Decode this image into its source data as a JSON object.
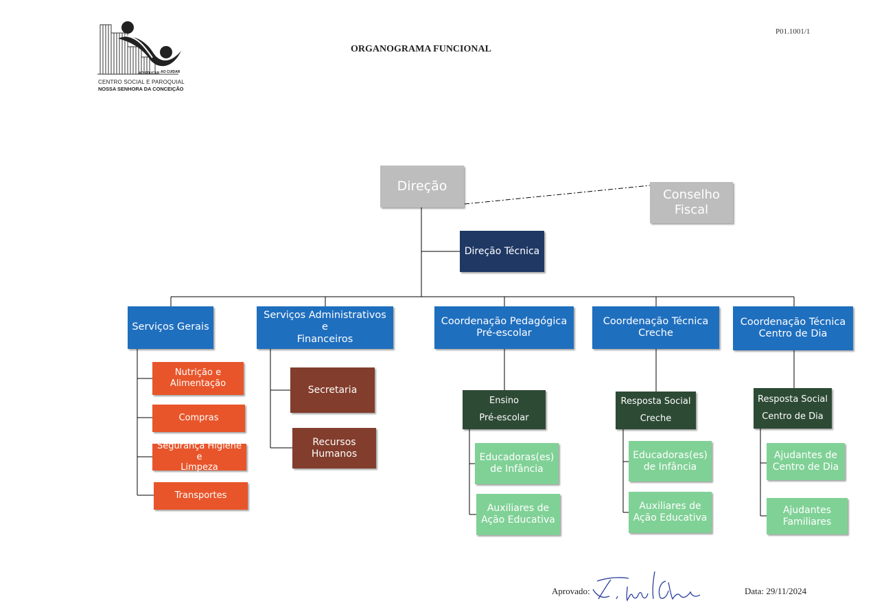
{
  "header": {
    "title": "ORGANOGRAMA FUNCIONAL",
    "code": "P01.1001/1",
    "logo": {
      "line1": "CENTRO SOCIAL E PAROQUIAL",
      "line2": "NOSSA SENHORA DA CONCEIÇÃO",
      "motto_left": "AO EDUCAR",
      "motto_right": "AO CUIDAR"
    }
  },
  "org": {
    "direcao": "Direção",
    "conselho_fiscal": "Conselho\nFiscal",
    "direcao_tecnica": "Direção Técnica",
    "servicos_gerais": "Serviços Gerais",
    "servicos_admin": "Serviços Administrativos e\nFinanceiros",
    "coord_pedagogica": "Coordenação Pedagógica\nPré-escolar",
    "coord_creche": "Coordenação Técnica\nCreche",
    "coord_centro_dia": "Coordenação Técnica\nCentro de Dia",
    "nutricao": "Nutrição e\nAlimentação",
    "compras": "Compras",
    "seguranca": "Segurança Higiene e\nLimpeza",
    "transportes": "Transportes",
    "secretaria": "Secretaria",
    "recursos_humanos": "Recursos\nHumanos",
    "ensino": "Ensino\nPré-escolar",
    "resposta_creche": "Resposta Social\nCreche",
    "resposta_centro_dia": "Resposta Social\nCentro de Dia",
    "educadoras_1": "Educadoras(es)\nde Infância",
    "auxiliares_1": "Auxiliares de\nAção Educativa",
    "educadoras_2": "Educadoras(es)\nde Infância",
    "auxiliares_2": "Auxiliares de\nAção Educativa",
    "ajudantes_centro": "Ajudantes de\nCentro de Dia",
    "ajudantes_familiares": "Ajudantes\nFamiliares"
  },
  "footer": {
    "approved_label": "Aprovado:",
    "date_label": "Data: 29/11/2024"
  },
  "colors": {
    "gray": "#bdbdbd",
    "navy": "#1f3864",
    "blue": "#1f6fbf",
    "orange": "#e8552a",
    "brown": "#823d2c",
    "dark_green": "#2d4a35",
    "light_green": "#80d196"
  }
}
